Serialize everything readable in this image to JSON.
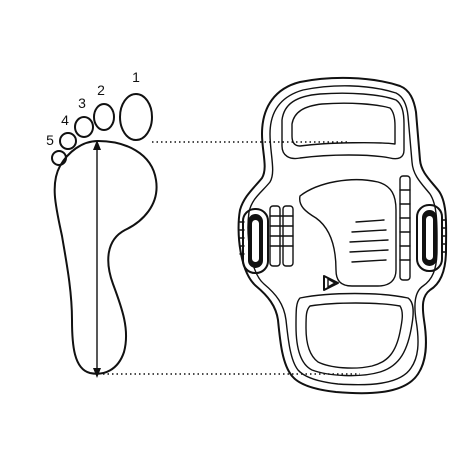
{
  "diagram": {
    "toe_labels": [
      "1",
      "2",
      "3",
      "4",
      "5"
    ],
    "colors": {
      "ink": "#111111",
      "background": "#ffffff"
    },
    "icons": [
      "foot-outline-icon",
      "footpad-icon",
      "brand-logo-icon"
    ]
  }
}
